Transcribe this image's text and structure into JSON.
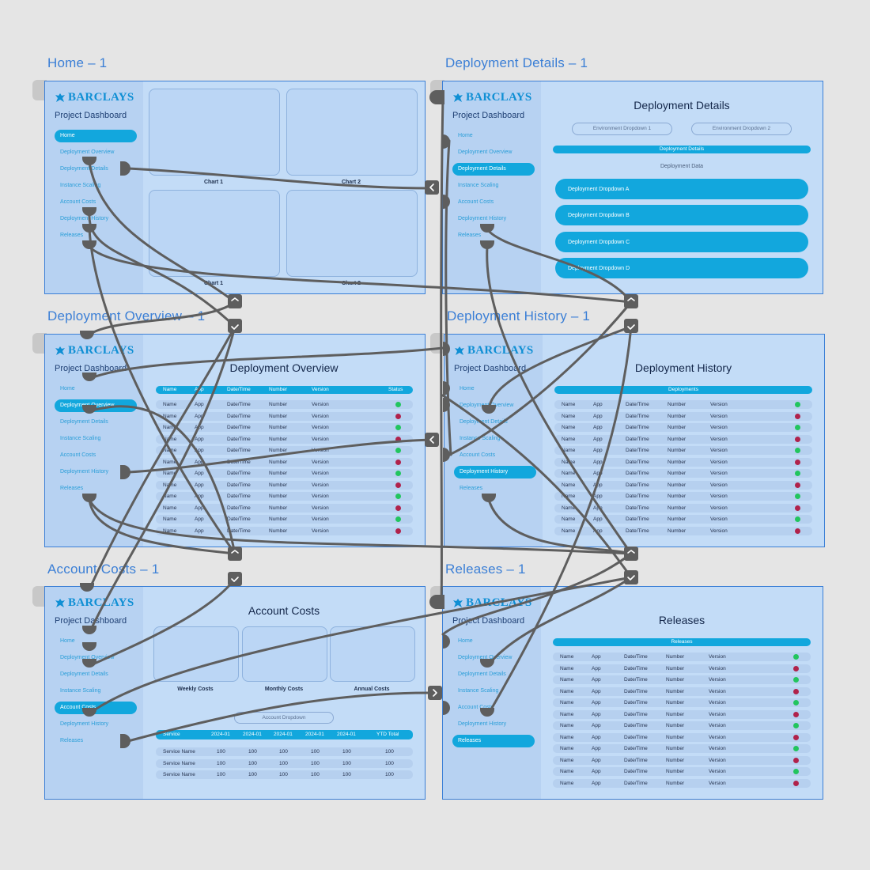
{
  "brand": {
    "logo_text": "BARCLAYS",
    "project_title": "Project Dashboard"
  },
  "nav": [
    "Home",
    "Deployment Overview",
    "Deployment Details",
    "Instance Scaling",
    "Account Costs",
    "Deployment History",
    "Releases"
  ],
  "colors": {
    "frame_border": "#3b7fd6",
    "accent": "#12a7dd",
    "status_ok": "#22c55e",
    "status_fail": "#b0224b",
    "wire": "#5e5e5e"
  },
  "frames": {
    "home": {
      "label": "Home – 1",
      "charts": [
        "Chart 1",
        "Chart 2",
        "Chart 1",
        "Chart 2"
      ]
    },
    "details": {
      "label": "Deployment Details – 1",
      "title": "Deployment Details",
      "env1": "Environment Dropdown 1",
      "env2": "Environment Dropdown 2",
      "bar": "Deployment Details",
      "sub": "Deployment Data",
      "dropdowns": [
        "Deployment Dropdown A",
        "Deployment Dropdown B",
        "Deployment Dropdown C",
        "Deployment Dropdown D"
      ]
    },
    "overview": {
      "label": "Deployment Overview – 1",
      "title": "Deployment Overview",
      "headers": [
        "Name",
        "App",
        "Date/Time",
        "Number",
        "Version",
        "Status"
      ]
    },
    "history": {
      "label": "Deployment History – 1",
      "title": "Deployment History",
      "bar": "Deployments"
    },
    "costs": {
      "label": "Account Costs – 1",
      "title": "Account Costs",
      "cards": [
        "Weekly Costs",
        "Monthly Costs",
        "Annual Costs"
      ],
      "dropdown": "Account Dropdown",
      "headers": [
        "Service",
        "2024-01",
        "2024-01",
        "2024-01",
        "2024-01",
        "2024-01",
        "YTD Total"
      ],
      "rows": [
        [
          "Service Name",
          "100",
          "100",
          "100",
          "100",
          "100",
          "100"
        ],
        [
          "Service Name",
          "100",
          "100",
          "100",
          "100",
          "100",
          "100"
        ],
        [
          "Service Name",
          "100",
          "100",
          "100",
          "100",
          "100",
          "100"
        ]
      ]
    },
    "releases": {
      "label": "Releases – 1",
      "title": "Releases",
      "bar": "Releases"
    }
  },
  "table_row": [
    "Name",
    "App",
    "Date/Time",
    "Number",
    "Version"
  ],
  "statuses": [
    "ok",
    "fail",
    "ok",
    "fail",
    "ok",
    "fail",
    "ok",
    "fail",
    "ok",
    "fail",
    "ok",
    "fail"
  ]
}
